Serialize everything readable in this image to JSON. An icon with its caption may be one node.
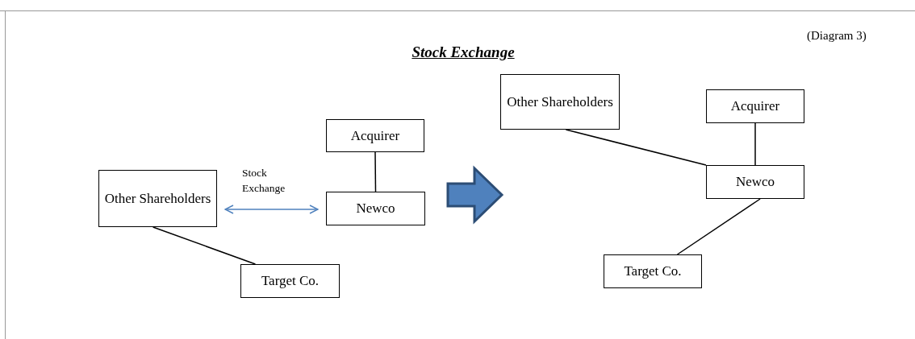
{
  "diagram": {
    "title": "Stock Exchange",
    "nodes": [
      {
        "text": [
          "Acquirer"
        ]
      },
      {
        "text": [
          "Other Shareholders"
        ]
      },
      {
        "text": [
          "Newco"
        ]
      },
      {
        "text": [
          "Target Co."
        ]
      },
      {
        "text": [
          "Other Shareholders"
        ]
      },
      {
        "text": [
          "Acquirer"
        ]
      },
      {
        "text": [
          "Newco"
        ]
      },
      {
        "text": [
          "Target Co."
        ]
      }
    ],
    "edges": [
      {
        "from": 0,
        "to": 2,
        "arrow": "none"
      },
      {
        "from": 1,
        "to": 3,
        "arrow": "none"
      },
      {
        "from": 1,
        "to": 2,
        "arrow": "both",
        "label": "Stock Exchange",
        "color": "#4f81bd"
      },
      {
        "from": 4,
        "to": 6,
        "arrow": "none"
      },
      {
        "from": 5,
        "to": 6,
        "arrow": "none"
      },
      {
        "from": 6,
        "to": 7,
        "arrow": "none"
      }
    ],
    "labels": [
      "(Diagram 3)"
    ]
  }
}
